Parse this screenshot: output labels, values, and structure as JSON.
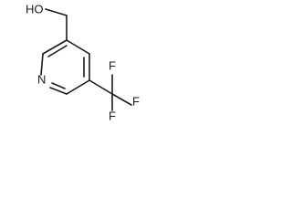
{
  "molecule": {
    "atoms": {
      "hydroxyl": "HO",
      "ring_nitrogen": "N",
      "fluorine_top": "F",
      "fluorine_right": "F",
      "fluorine_bottom": "F"
    }
  }
}
